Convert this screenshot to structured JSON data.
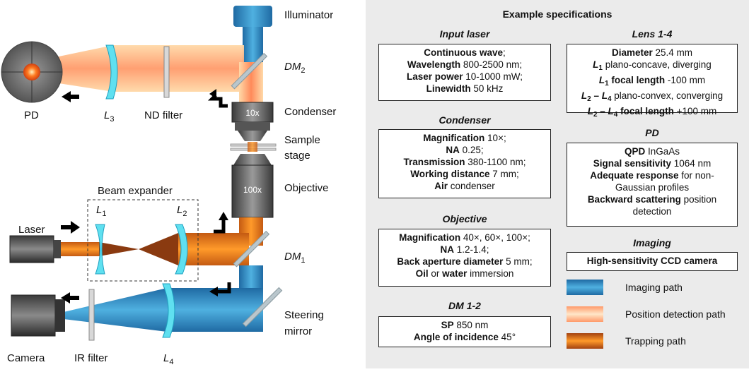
{
  "diagram": {
    "labels": {
      "illuminator": "Illuminator",
      "dm2": "DM",
      "dm2_sub": "2",
      "pd": "PD",
      "l3": "L",
      "l3_sub": "3",
      "nd_filter": "ND filter",
      "condenser": "Condenser",
      "condenser_mag": "10x",
      "sample_stage_1": "Sample",
      "sample_stage_2": "stage",
      "objective": "Objective",
      "objective_mag": "100x",
      "beam_expander": "Beam expander",
      "l1": "L",
      "l1_sub": "1",
      "l2": "L",
      "l2_sub": "2",
      "laser": "Laser",
      "dm1": "DM",
      "dm1_sub": "1",
      "steering_1": "Steering",
      "steering_2": "mirror",
      "camera": "Camera",
      "ir_filter": "IR filter",
      "l4": "L",
      "l4_sub": "4"
    },
    "colors": {
      "imaging_path": "#2f8fc4",
      "position_path": "#ffb88a",
      "trapping_path": "#d9661a",
      "lens": "#5fe0f0"
    }
  },
  "specs": {
    "title": "Example specifications",
    "input_laser": {
      "heading": "Input laser",
      "lines": [
        [
          {
            "b": "Continuous wave"
          },
          {
            "t": ";"
          }
        ],
        [
          {
            "b": "Wavelength"
          },
          {
            "t": " 800-2500 nm;"
          }
        ],
        [
          {
            "b": "Laser power"
          },
          {
            "t": " 10-1000 mW;"
          }
        ],
        [
          {
            "b": "Linewidth"
          },
          {
            "t": " 50 kHz"
          }
        ]
      ]
    },
    "condenser": {
      "heading": "Condenser",
      "lines": [
        [
          {
            "b": "Magnification"
          },
          {
            "t": " 10×;"
          }
        ],
        [
          {
            "b": "NA"
          },
          {
            "t": " 0.25;"
          }
        ],
        [
          {
            "b": "Transmission"
          },
          {
            "t": " 380-1100 nm;"
          }
        ],
        [
          {
            "b": "Working distance"
          },
          {
            "t": " 7 mm;"
          }
        ],
        [
          {
            "b": "Air"
          },
          {
            "t": " condenser"
          }
        ]
      ]
    },
    "objective": {
      "heading": "Objective",
      "lines": [
        [
          {
            "b": "Magnification"
          },
          {
            "t": " 40×, 60×, 100×;"
          }
        ],
        [
          {
            "b": "NA"
          },
          {
            "t": " 1.2-1.4;"
          }
        ],
        [
          {
            "b": "Back aperture diameter"
          },
          {
            "t": " 5 mm;"
          }
        ],
        [
          {
            "b": "Oil"
          },
          {
            "t": " or "
          },
          {
            "b": "water"
          },
          {
            "t": " immersion"
          }
        ]
      ]
    },
    "dm": {
      "heading": "DM 1-2",
      "lines": [
        [
          {
            "b": "SP"
          },
          {
            "t": " 850 nm"
          }
        ],
        [
          {
            "b": "Angle of incidence"
          },
          {
            "t": " 45°"
          }
        ]
      ]
    },
    "lens": {
      "heading": "Lens 1-4",
      "lines": [
        [
          {
            "b": "Diameter"
          },
          {
            "t": " 25.4 mm"
          }
        ],
        [
          {
            "bi": "L"
          },
          {
            "bsub": "1"
          },
          {
            "t": " plano-concave, diverging"
          }
        ],
        [
          {
            "bi": "L"
          },
          {
            "bsub": "1"
          },
          {
            "b": " focal length"
          },
          {
            "t": " -100 mm"
          }
        ],
        [
          {
            "bi": "L"
          },
          {
            "bsub": "2"
          },
          {
            "b": " – "
          },
          {
            "bi": "L"
          },
          {
            "bsub": "4"
          },
          {
            "t": " plano-convex, converging"
          }
        ],
        [
          {
            "bi": "L"
          },
          {
            "bsub": "2"
          },
          {
            "b": " – "
          },
          {
            "bi": "L"
          },
          {
            "bsub": "4"
          },
          {
            "b": " focal length"
          },
          {
            "t": " +100 mm"
          }
        ]
      ]
    },
    "pd": {
      "heading": "PD",
      "lines": [
        [
          {
            "b": "QPD"
          },
          {
            "t": " InGaAs"
          }
        ],
        [
          {
            "b": "Signal sensitivity"
          },
          {
            "t": " 1064 nm"
          }
        ],
        [
          {
            "b": "Adequate response"
          },
          {
            "t": " for non-"
          }
        ],
        [
          {
            "t": "Gaussian profiles"
          }
        ],
        [
          {
            "b": "Backward scattering"
          },
          {
            "t": " position"
          }
        ],
        [
          {
            "t": "detection"
          }
        ]
      ]
    },
    "imaging": {
      "heading": "Imaging",
      "lines": [
        [
          {
            "b": "High-sensitivity CCD camera"
          }
        ]
      ]
    },
    "legend": [
      {
        "label": "Imaging path",
        "color_dark": "#1f6aa3",
        "color_light": "#4fb0e0"
      },
      {
        "label": "Position detection path",
        "color_dark": "#ff9a6a",
        "color_light": "#ffe6c8"
      },
      {
        "label": "Trapping path",
        "color_dark": "#a34210",
        "color_light": "#ff9a2a"
      }
    ]
  }
}
